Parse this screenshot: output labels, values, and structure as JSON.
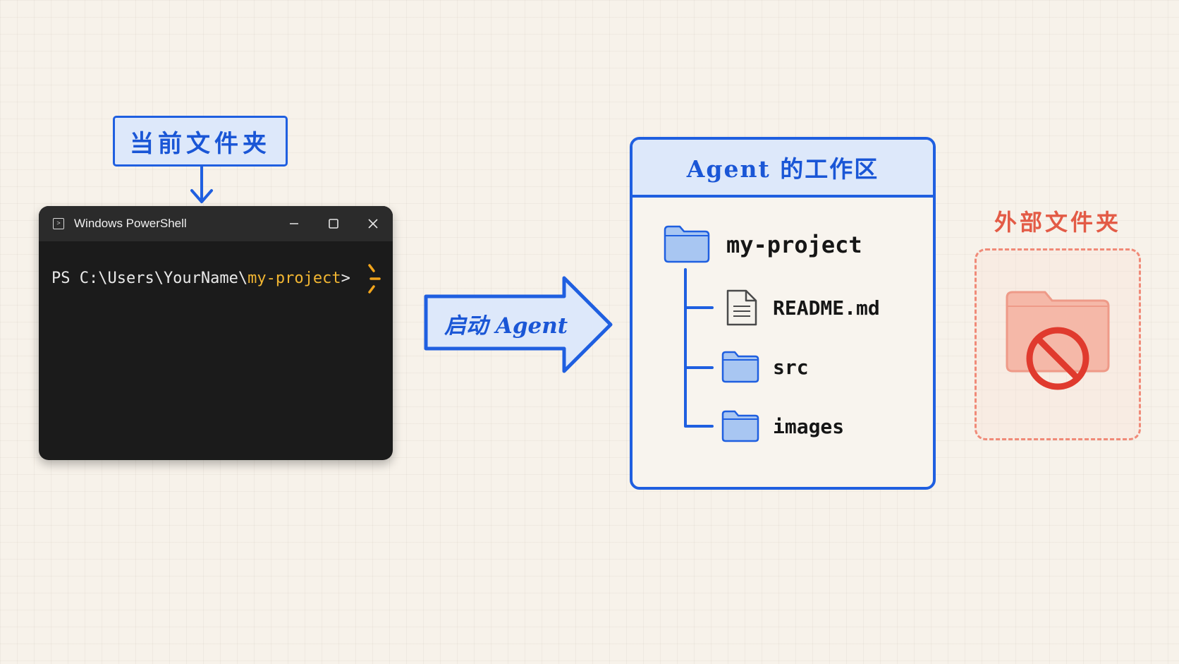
{
  "current_folder": {
    "label": "当前文件夹"
  },
  "terminal": {
    "title": "Windows PowerShell",
    "prompt_prefix": "PS C:\\Users\\YourName\\",
    "prompt_folder": "my-project",
    "prompt_suffix": ">",
    "icon": "powershell-icon",
    "controls": [
      "minimize-icon",
      "maximize-icon",
      "close-icon"
    ]
  },
  "launch": {
    "label": "启动 Agent"
  },
  "workspace": {
    "title": "Agent 的工作区",
    "root": {
      "name": "my-project",
      "icon": "folder-icon"
    },
    "children": [
      {
        "name": "README.md",
        "icon": "document-icon"
      },
      {
        "name": "src",
        "icon": "folder-icon"
      },
      {
        "name": "images",
        "icon": "folder-icon"
      }
    ]
  },
  "external": {
    "title": "外部文件夹",
    "icon": "blocked-folder-icon"
  },
  "colors": {
    "accent_blue": "#1f5fe0",
    "light_blue": "#dde8fa",
    "folder_blue": "#a8c6f2",
    "prompt_yellow": "#f2b632",
    "blocked_red": "#e03a2e",
    "external_pink": "#f08a78"
  }
}
